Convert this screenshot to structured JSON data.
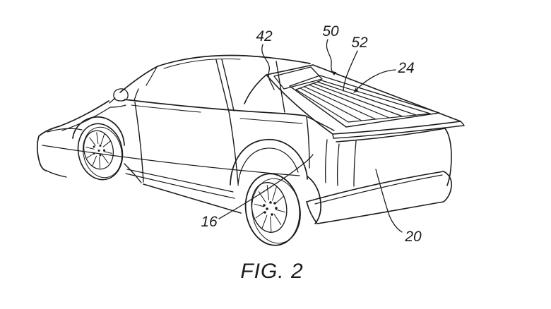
{
  "figure": {
    "caption": "FIG. 2"
  },
  "labels": {
    "l42": "42",
    "l50": "50",
    "l52": "52",
    "l24": "24",
    "l16": "16",
    "l20": "20"
  },
  "colors": {
    "line": "#1c1c1c",
    "background": "#ffffff"
  }
}
